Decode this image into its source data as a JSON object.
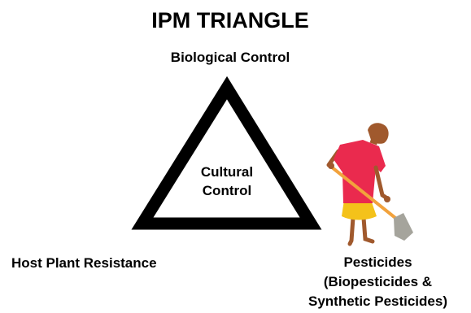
{
  "title": "IPM TRIANGLE",
  "vertices": {
    "top": "Biological Control",
    "bottom_left": "Host Plant Resistance",
    "bottom_right": [
      "Pesticides",
      "(Biopesticides &",
      "Synthetic Pesticides)"
    ]
  },
  "center": [
    "Cultural",
    "Control"
  ],
  "colors": {
    "triangle_stroke": "#000000",
    "shirt": "#ea2a4e",
    "skin": "#a0592d",
    "skirt": "#f4c21a",
    "shovel_handle": "#f2a23c",
    "shovel_blade": "#a5a49c"
  },
  "icons": [
    "farmer-with-shovel-icon"
  ]
}
